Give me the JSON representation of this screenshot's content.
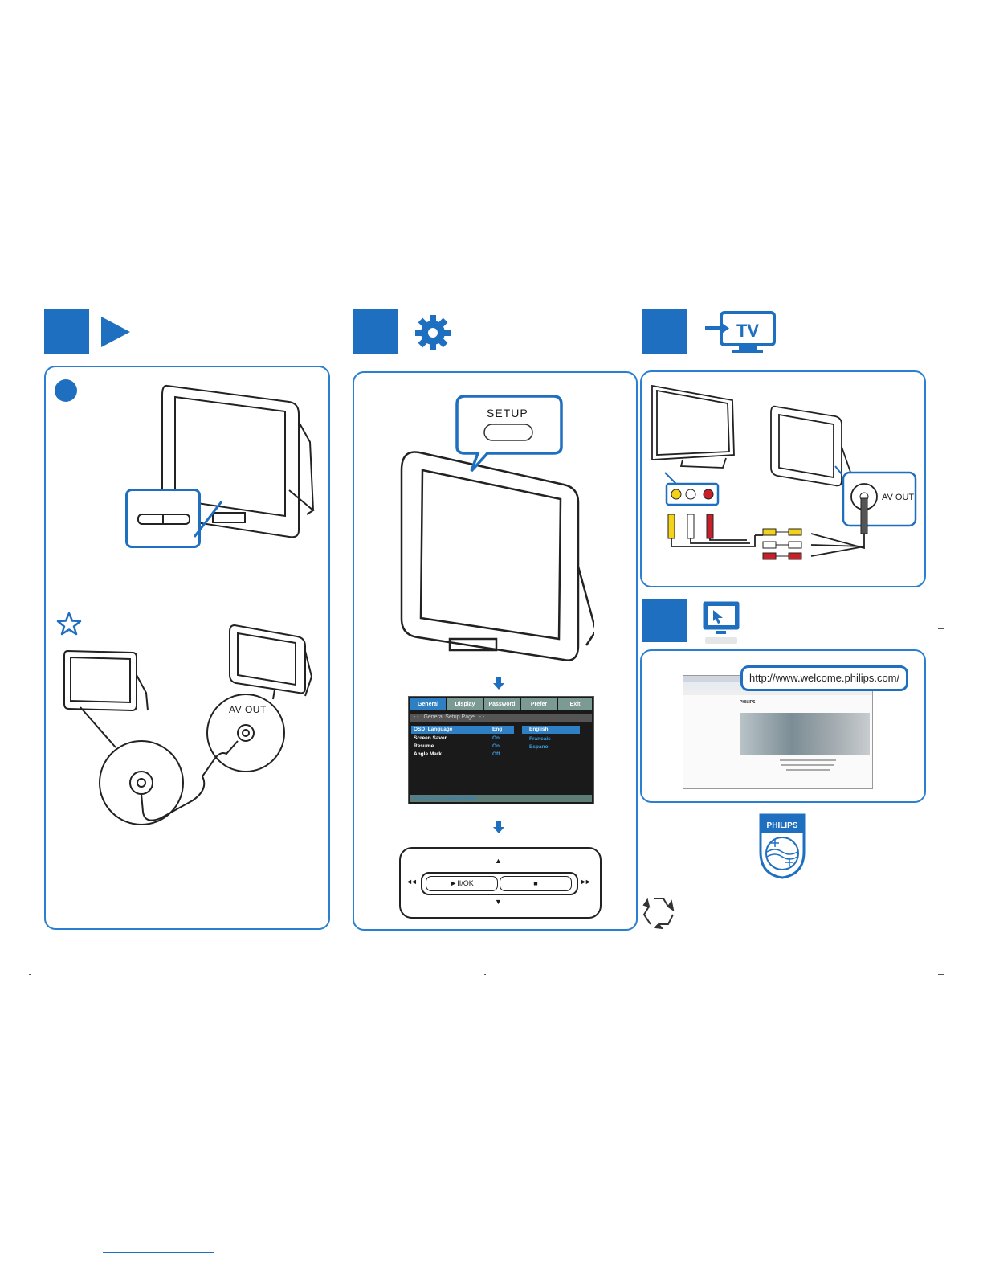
{
  "colors": {
    "brand_blue": "#1f6fc1",
    "panel_border": "#2a7fd0",
    "menu_bg": "#1a1a1a",
    "menu_highlight": "#2f7fc4"
  },
  "labels": {
    "av_out_left": "AV OUT",
    "setup": "SETUP",
    "av_out_right": "AV OUT",
    "tv": "TV",
    "url": "http://www.welcome.philips.com/",
    "philips": "PHILIPS"
  },
  "setup_menu": {
    "tabs": [
      "General",
      "Display",
      "Password",
      "Prefer",
      "Exit"
    ],
    "page_title": "- -   General Setup Page   - -",
    "rows": [
      {
        "name": "OSD  Language",
        "value": "Eng"
      },
      {
        "name": "Screen Saver",
        "value": "On"
      },
      {
        "name": "Resume",
        "value": "On"
      },
      {
        "name": "Angle Mark",
        "value": "Off"
      }
    ],
    "options": [
      "English",
      "Francais",
      "Espanol"
    ],
    "status": "Set OSD Language English"
  },
  "control_pad": {
    "play_ok": "►II/OK",
    "stop": "■",
    "up": "▲",
    "down": "▼",
    "prev": "◄◄",
    "next": "►►"
  },
  "icons": [
    "play-icon",
    "gear-icon",
    "tv-icon",
    "computer-icon",
    "star-icon",
    "recycle-icon",
    "philips-shield-icon"
  ]
}
